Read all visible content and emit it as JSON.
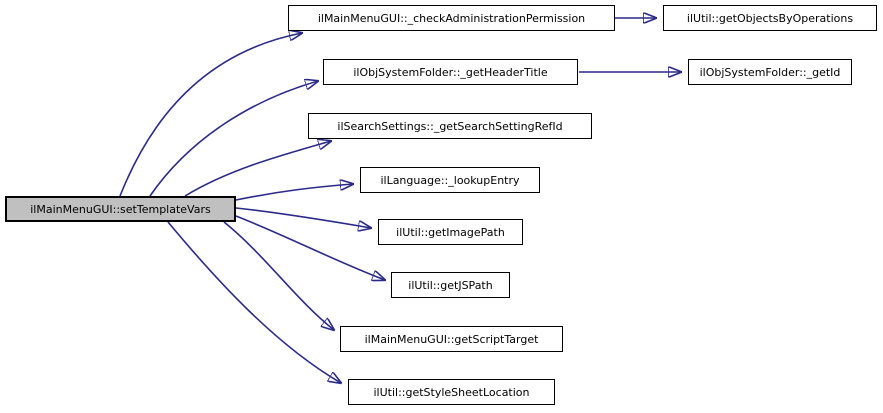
{
  "diagram": {
    "type": "call-graph",
    "nodes": [
      {
        "id": "setTemplateVars",
        "label": "ilMainMenuGUI::setTemplateVars",
        "role": "root"
      },
      {
        "id": "checkAdministrationPermission",
        "label": "ilMainMenuGUI::_checkAdministrationPermission",
        "role": "callee"
      },
      {
        "id": "getHeaderTitle",
        "label": "ilObjSystemFolder::_getHeaderTitle",
        "role": "callee"
      },
      {
        "id": "getSearchSettingRefId",
        "label": "ilSearchSettings::_getSearchSettingRefId",
        "role": "callee"
      },
      {
        "id": "lookupEntry",
        "label": "ilLanguage::_lookupEntry",
        "role": "callee"
      },
      {
        "id": "getImagePath",
        "label": "ilUtil::getImagePath",
        "role": "callee"
      },
      {
        "id": "getJSPath",
        "label": "ilUtil::getJSPath",
        "role": "callee"
      },
      {
        "id": "getScriptTarget",
        "label": "ilMainMenuGUI::getScriptTarget",
        "role": "callee"
      },
      {
        "id": "getStyleSheetLocation",
        "label": "ilUtil::getStyleSheetLocation",
        "role": "callee"
      },
      {
        "id": "getObjectsByOperations",
        "label": "ilUtil::getObjectsByOperations",
        "role": "callee-2nd"
      },
      {
        "id": "getId",
        "label": "ilObjSystemFolder::_getId",
        "role": "callee-2nd"
      }
    ],
    "edges": [
      {
        "from": "setTemplateVars",
        "to": "checkAdministrationPermission"
      },
      {
        "from": "setTemplateVars",
        "to": "getHeaderTitle"
      },
      {
        "from": "setTemplateVars",
        "to": "getSearchSettingRefId"
      },
      {
        "from": "setTemplateVars",
        "to": "lookupEntry"
      },
      {
        "from": "setTemplateVars",
        "to": "getImagePath"
      },
      {
        "from": "setTemplateVars",
        "to": "getJSPath"
      },
      {
        "from": "setTemplateVars",
        "to": "getScriptTarget"
      },
      {
        "from": "setTemplateVars",
        "to": "getStyleSheetLocation"
      },
      {
        "from": "checkAdministrationPermission",
        "to": "getObjectsByOperations"
      },
      {
        "from": "getHeaderTitle",
        "to": "getId"
      }
    ],
    "colors": {
      "edge": "#2a2a8a",
      "root_fill": "#c0c0c0",
      "node_fill": "#ffffff",
      "border": "#000000",
      "text": "#000000",
      "background": "#ffffff"
    }
  }
}
